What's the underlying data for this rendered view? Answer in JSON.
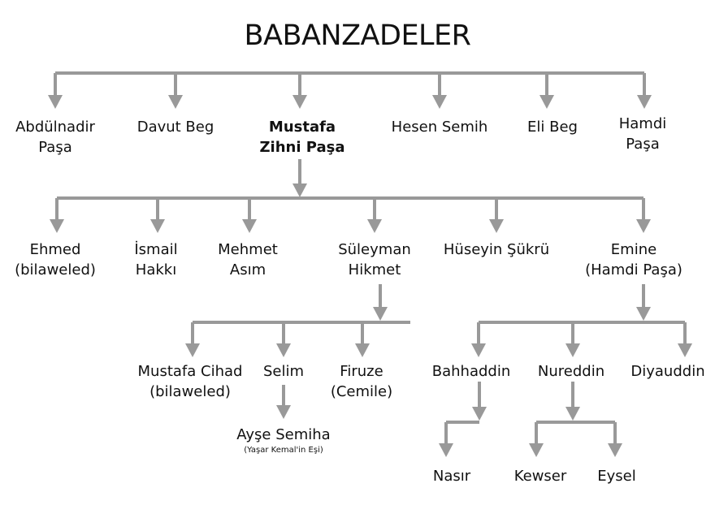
{
  "title": "BABANZADELER",
  "gen1": [
    {
      "line1": "Abdülnadir",
      "line2": "Paşa"
    },
    {
      "line1": "Davut Beg",
      "line2": ""
    },
    {
      "line1": "Mustafa",
      "line2": "Zihni Paşa"
    },
    {
      "line1": "Hesen Semih",
      "line2": ""
    },
    {
      "line1": "Eli Beg",
      "line2": ""
    },
    {
      "line1": "Hamdi",
      "line2": "Paşa"
    }
  ],
  "gen2": [
    {
      "line1": "Ehmed",
      "line2": "(bilaweled)"
    },
    {
      "line1": "İsmail",
      "line2": "Hakkı"
    },
    {
      "line1": "Mehmet",
      "line2": "Asım"
    },
    {
      "line1": "Süleyman",
      "line2": "Hikmet"
    },
    {
      "line1": "Hüseyin Şükrü",
      "line2": ""
    },
    {
      "line1": "Emine",
      "line2": "(Hamdi Paşa)"
    }
  ],
  "gen3_suleyman": [
    {
      "line1": "Mustafa Cihad",
      "line2": "(bilaweled)"
    },
    {
      "line1": "Selim",
      "line2": ""
    },
    {
      "line1": "Firuze",
      "line2": "(Cemile)"
    }
  ],
  "gen3_emine": [
    {
      "line1": "Bahhaddin",
      "line2": ""
    },
    {
      "line1": "Nureddin",
      "line2": ""
    },
    {
      "line1": "Diyauddin",
      "line2": ""
    }
  ],
  "gen4_selim": {
    "line1": "Ayşe Semiha",
    "note": "(Yaşar Kemal'in Eşi)"
  },
  "gen4_bahhaddin": [
    {
      "line1": "Nasır"
    }
  ],
  "gen4_nureddin": [
    {
      "line1": "Kewser"
    },
    {
      "line1": "Eysel"
    }
  ],
  "colors": {
    "connector": "#999999",
    "text": "#111111"
  }
}
